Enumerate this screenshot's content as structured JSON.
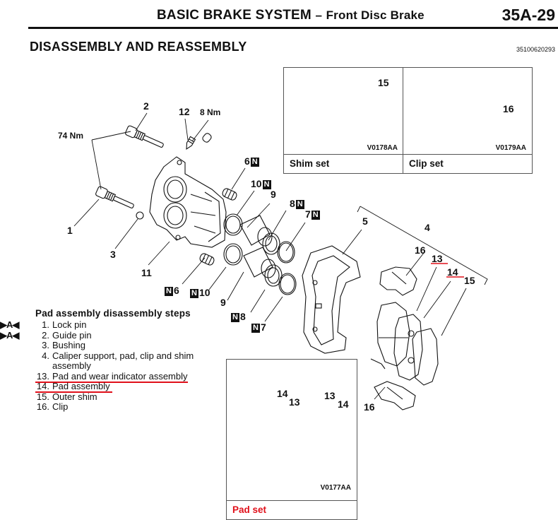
{
  "header": {
    "title": "BASIC BRAKE SYSTEM",
    "dash": "–",
    "subtitle": "Front Disc Brake",
    "page_number": "35A-29"
  },
  "section": {
    "title": "DISASSEMBLY AND REASSEMBLY",
    "doc_id": "35100620293"
  },
  "callouts": {
    "torque_guide": "74 Nm",
    "torque_bleeder": "8 Nm",
    "n_badge": "N",
    "c1": "1",
    "c2": "2",
    "c3": "3",
    "c4": "4",
    "c5": "5",
    "c6": "6",
    "c7": "7",
    "c8": "8",
    "c9": "9",
    "c10": "10",
    "c11": "11",
    "c12": "12",
    "c13": "13",
    "c14": "14",
    "c15": "15",
    "c16": "16"
  },
  "insets": {
    "shim": {
      "caption": "Shim set",
      "code": "V0178AA",
      "callout": "15"
    },
    "clip": {
      "caption": "Clip set",
      "code": "V0179AA",
      "callout": "16"
    },
    "pad": {
      "caption": "Pad set",
      "code": "V0177AA",
      "callouts": [
        "14",
        "13",
        "13",
        "14"
      ]
    }
  },
  "steps": {
    "title": "Pad assembly disassembly steps",
    "marker": "▶A◀",
    "items": [
      {
        "num": "1.",
        "text": "Lock pin",
        "marker": true,
        "highlight": false
      },
      {
        "num": "2.",
        "text": "Guide pin",
        "marker": true,
        "highlight": false
      },
      {
        "num": "3.",
        "text": "Bushing",
        "marker": false,
        "highlight": false
      },
      {
        "num": "4.",
        "text": "Caliper support, pad, clip and shim",
        "cont": "assembly",
        "marker": false,
        "highlight": false
      },
      {
        "num": "13.",
        "text": "Pad and wear indicator assembly",
        "marker": false,
        "highlight": true
      },
      {
        "num": "14.",
        "text": "Pad assembly",
        "marker": false,
        "highlight": true
      },
      {
        "num": "15.",
        "text": "Outer shim",
        "marker": false,
        "highlight": false
      },
      {
        "num": "16.",
        "text": "Clip",
        "marker": false,
        "highlight": false
      }
    ]
  },
  "colors": {
    "highlight_red": "#e0101a",
    "ink": "#111111",
    "box_border": "#555555"
  }
}
